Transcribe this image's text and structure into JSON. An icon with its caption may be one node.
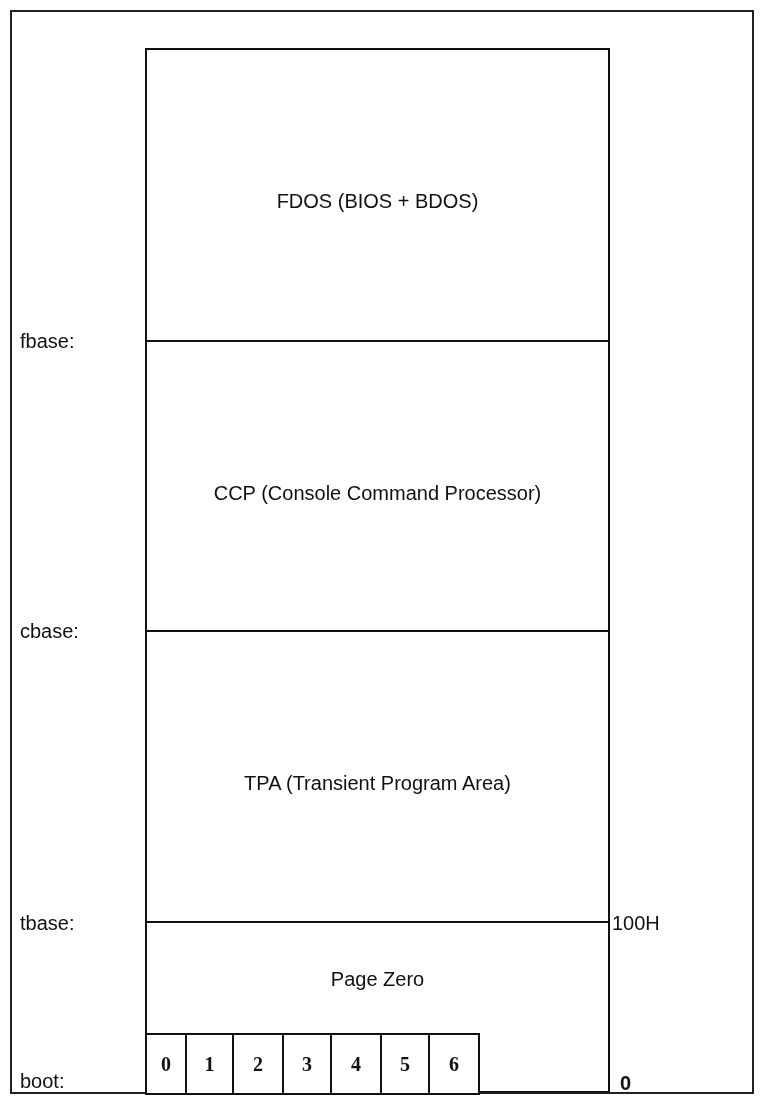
{
  "diagram": {
    "nodes": [
      {
        "text": [
          "FDOS (BIOS + BDOS)"
        ]
      },
      {
        "text": [
          "CCP (Console Command Processor)"
        ]
      },
      {
        "text": [
          "TPA (Transient Program Area)"
        ]
      },
      {
        "text": [
          "Page Zero"
        ]
      },
      {
        "text": [
          "0"
        ],
        "in": 3
      },
      {
        "text": [
          "1"
        ],
        "in": 3
      },
      {
        "text": [
          "2"
        ],
        "in": 3
      },
      {
        "text": [
          "3"
        ],
        "in": 3
      },
      {
        "text": [
          "4"
        ],
        "in": 3
      },
      {
        "text": [
          "5"
        ],
        "in": 3
      },
      {
        "text": [
          "6"
        ],
        "in": 3
      }
    ],
    "edges": [],
    "labels": [
      "fbase:",
      "cbase:",
      "tbase:",
      "100H",
      "boot:",
      "0"
    ]
  }
}
